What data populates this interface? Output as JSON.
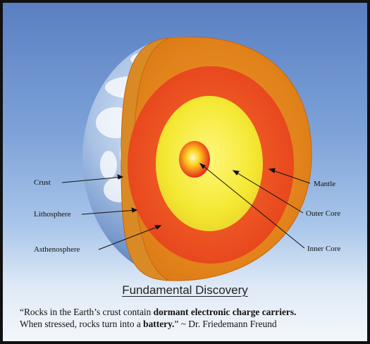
{
  "diagram": {
    "layers": {
      "crust": "Crust",
      "lithosphere": "Lithosphere",
      "asthenosphere": "Asthenosphere",
      "mantle": "Mantle",
      "outer_core": "Outer Core",
      "inner_core": "Inner Core"
    },
    "colors": {
      "mantle": "#e28a1e",
      "asthenosphere": "#ef5a22",
      "outer_core": "#f3ea32",
      "inner_core": "#e3141b",
      "ocean": "#5f86c4"
    }
  },
  "title": "Fundamental Discovery",
  "quote": {
    "line1_pre": "“Rocks in the Earth’s crust contain ",
    "line1_bold": "dormant electronic charge carriers.",
    "line2_pre": "When stressed, rocks turn into a ",
    "line2_bold": "battery.",
    "line2_post": "” ~ Dr. Friedemann Freund"
  }
}
